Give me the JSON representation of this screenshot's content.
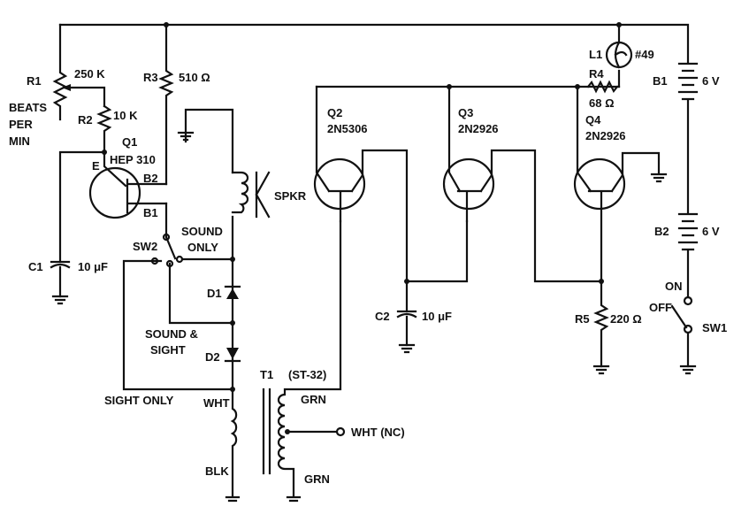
{
  "diagram": {
    "type": "circuit-schematic",
    "components": {
      "R1": {
        "ref": "R1",
        "value": "250 K",
        "note": "BEATS",
        "note2": "PER",
        "note3": "MIN"
      },
      "R2": {
        "ref": "R2",
        "value": "10 K"
      },
      "R3": {
        "ref": "R3",
        "value": "510 Ω"
      },
      "R4": {
        "ref": "R4",
        "value": "68 Ω"
      },
      "R5": {
        "ref": "R5",
        "value": "220 Ω"
      },
      "Q1": {
        "ref": "Q1",
        "part": "HEP 310",
        "pin_e": "E",
        "pin_b1": "B1",
        "pin_b2": "B2"
      },
      "Q2": {
        "ref": "Q2",
        "part": "2N5306"
      },
      "Q3": {
        "ref": "Q3",
        "part": "2N2926"
      },
      "Q4": {
        "ref": "Q4",
        "part": "2N2926"
      },
      "C1": {
        "ref": "C1",
        "value": "10 μF"
      },
      "C2": {
        "ref": "C2",
        "value": "10 μF"
      },
      "L1": {
        "ref": "L1",
        "value": "#49"
      },
      "B1": {
        "ref": "B1",
        "value": "6 V"
      },
      "B2": {
        "ref": "B2",
        "value": "6 V"
      },
      "SW1": {
        "ref": "SW1",
        "on": "ON",
        "off": "OFF"
      },
      "SW2": {
        "ref": "SW2",
        "pos1": "SOUND",
        "pos1b": "ONLY",
        "pos2": "SOUND &",
        "pos2b": "SIGHT",
        "pos3": "SIGHT ONLY"
      },
      "D1": {
        "ref": "D1"
      },
      "D2": {
        "ref": "D2"
      },
      "SPKR": {
        "ref": "SPKR"
      },
      "T1": {
        "ref": "T1",
        "part": "(ST-32)",
        "pri_top": "WHT",
        "pri_bot": "BLK",
        "sec_top": "GRN",
        "sec_bot": "GRN",
        "tap": "WHT (NC)"
      }
    }
  }
}
